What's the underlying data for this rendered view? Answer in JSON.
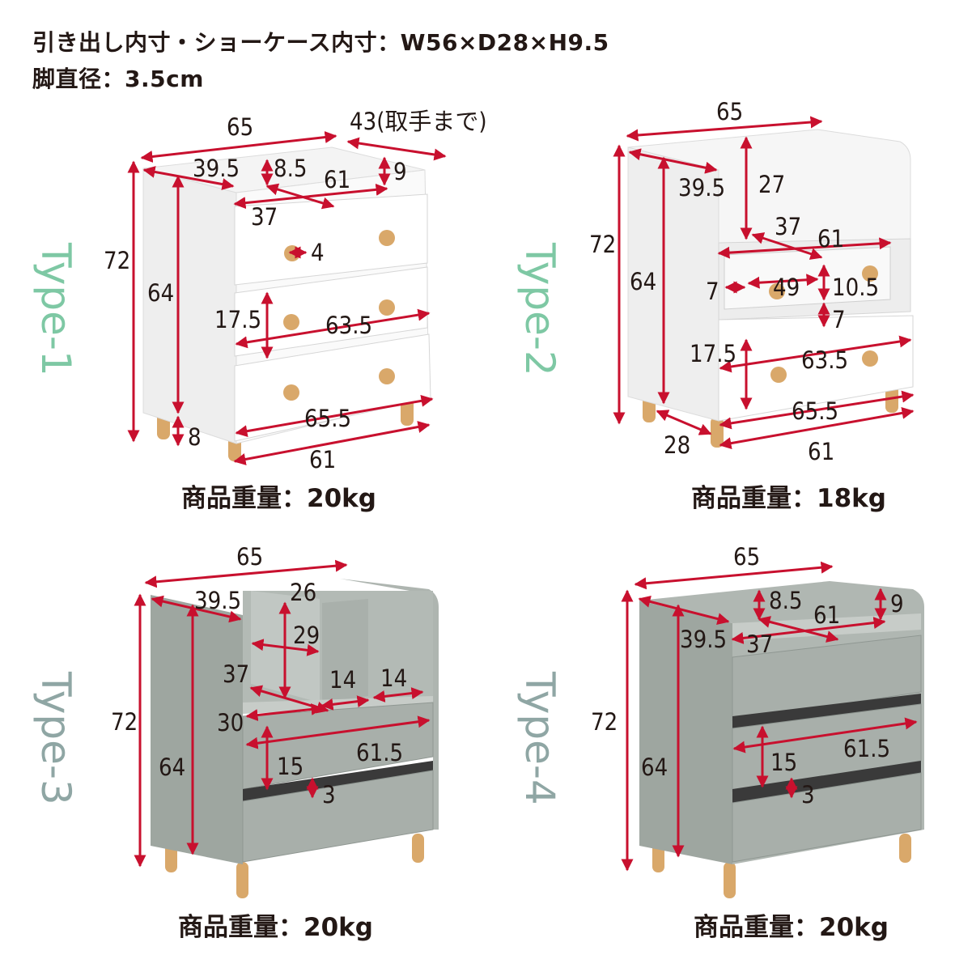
{
  "header": {
    "line1": "引き出し内寸・ショーケース内寸：W56×D28×H9.5",
    "line2": "脚直径：3.5cm"
  },
  "colors": {
    "arrow": "#c8102e",
    "white_body": "#f7f7f7",
    "gray_body": "#a9b0aa",
    "wood": "#d9a86a",
    "type_green": "#7ec8a4",
    "type_gray": "#8fa6a4"
  },
  "products": [
    {
      "type_label": "Type-1",
      "weight": "商品重量：20kg",
      "dims": {
        "width": "65",
        "depth_handle": "43(取手まで)",
        "d39": "39.5",
        "d85": "8.5",
        "d61_top": "61",
        "d9": "9",
        "d37": "37",
        "d4": "4",
        "h72": "72",
        "h64": "64",
        "d175": "17.5",
        "d635": "63.5",
        "d655": "65.5",
        "d8": "8",
        "d61_bottom": "61"
      }
    },
    {
      "type_label": "Type-2",
      "weight": "商品重量：18kg",
      "dims": {
        "width": "65",
        "d395": "39.5",
        "d27": "27",
        "d37": "37",
        "d61_top": "61",
        "h72": "72",
        "h64": "64",
        "d7a": "7",
        "d49": "49",
        "d105": "10.5",
        "d7b": "7",
        "d175": "17.5",
        "d635": "63.5",
        "d655": "65.5",
        "d28": "28",
        "d61_bottom": "61"
      }
    },
    {
      "type_label": "Type-3",
      "weight": "商品重量：20kg",
      "dims": {
        "width": "65",
        "d395": "39.5",
        "d26": "26",
        "d29": "29",
        "d37": "37",
        "d14a": "14",
        "d14b": "14",
        "d30": "30",
        "h72": "72",
        "h64": "64",
        "d615": "61.5",
        "d15": "15",
        "d3": "3"
      }
    },
    {
      "type_label": "Type-4",
      "weight": "商品重量：20kg",
      "dims": {
        "width": "65",
        "d85": "8.5",
        "d61": "61",
        "d9": "9",
        "d395": "39.5",
        "d37": "37",
        "h72": "72",
        "h64": "64",
        "d615": "61.5",
        "d15": "15",
        "d3": "3"
      }
    }
  ]
}
